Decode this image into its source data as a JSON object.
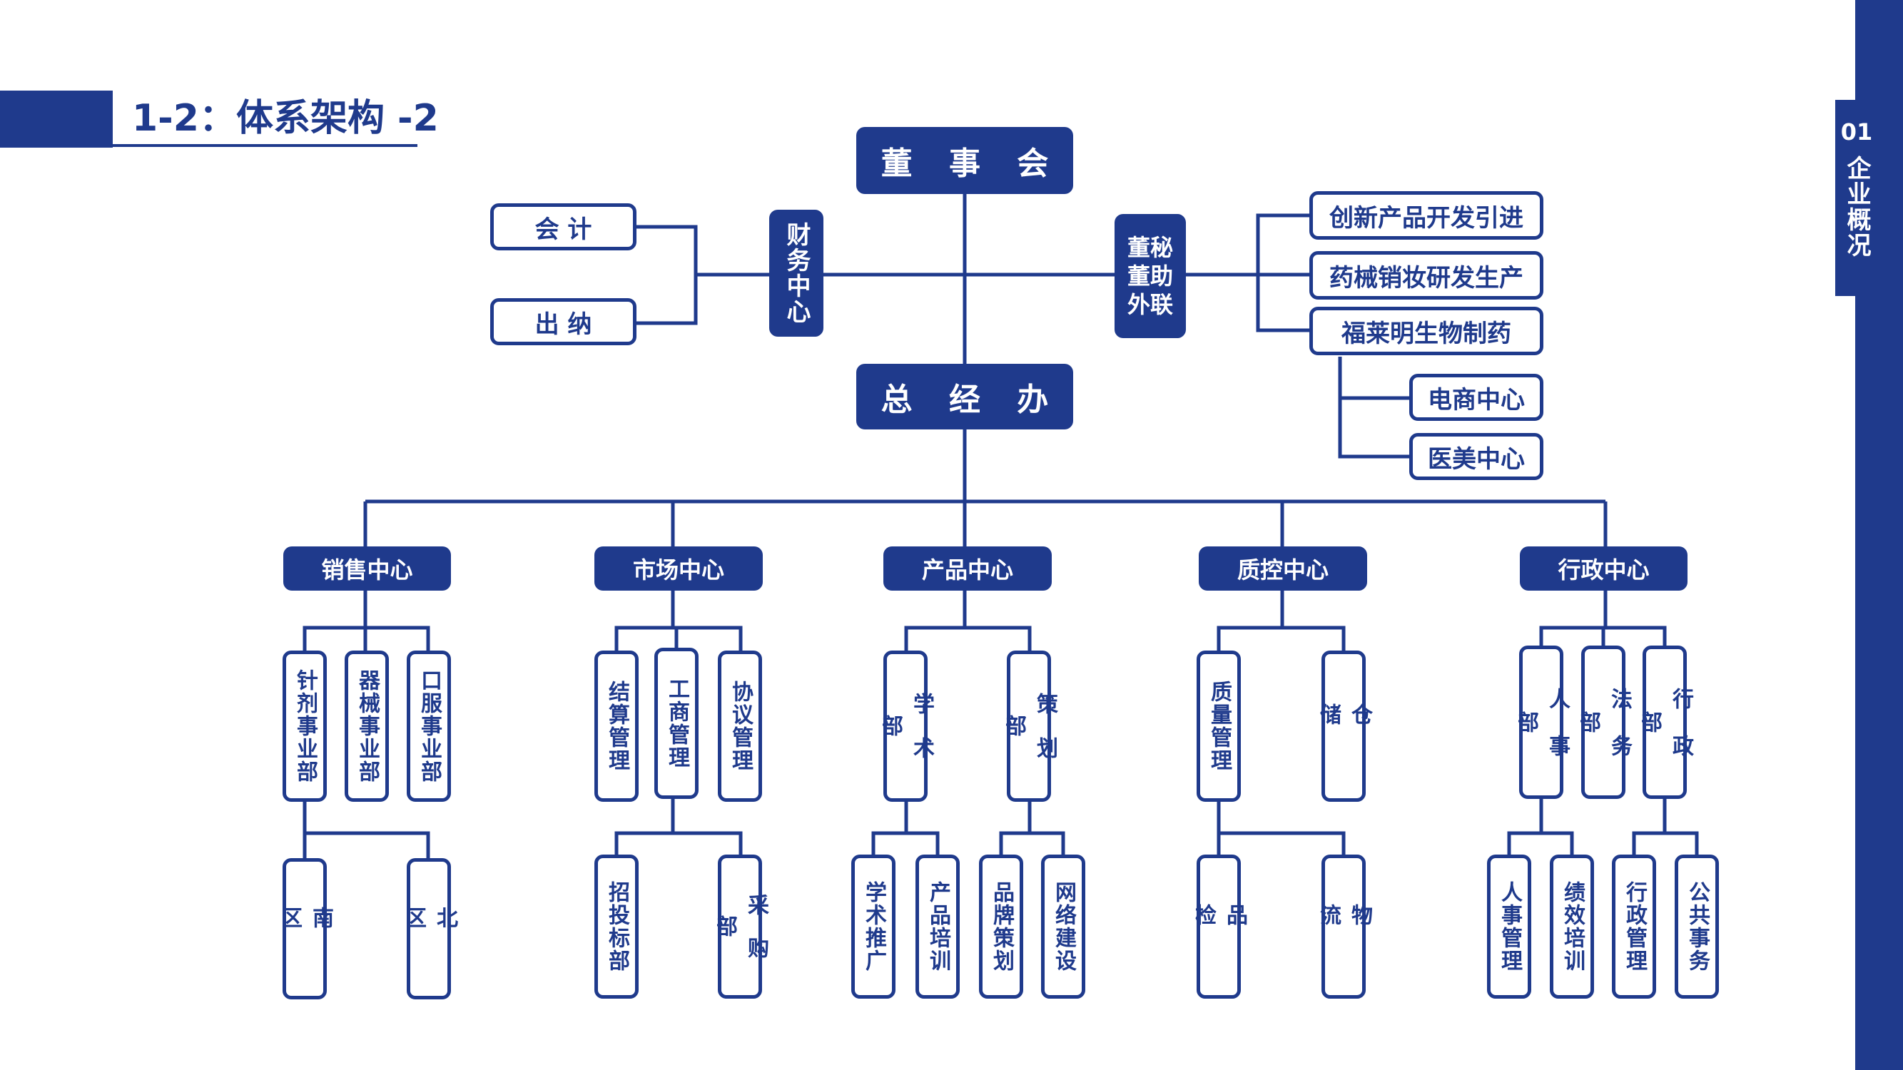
{
  "header": {
    "title": "1-2：体系架构 -2"
  },
  "side_tab": {
    "number": "01",
    "label": "企业概况"
  },
  "colors": {
    "primary": "#1f3a8c",
    "background": "#ffffff"
  },
  "top": {
    "board": "董 事 会",
    "gm_office": "总 经 办",
    "finance": "财务中心",
    "finance_children": [
      "会 计",
      "出 纳"
    ],
    "secretary": "董秘董助外联",
    "secretary_children": [
      "创新产品开发引进",
      "药械销妆研发生产",
      "福莱明生物制药"
    ],
    "fulaiming_children": [
      "电商中心",
      "医美中心"
    ]
  },
  "centers": [
    {
      "name": "销售中心",
      "departments": [
        "针剂事业部",
        "器械事业部",
        "口服事业部"
      ],
      "sub": [
        "南区",
        "北区"
      ]
    },
    {
      "name": "市场中心",
      "departments": [
        "结算管理",
        "工商管理",
        "协议管理"
      ],
      "sub": [
        "招投标部",
        "采购部"
      ]
    },
    {
      "name": "产品中心",
      "departments": [
        "学术部",
        "策划部"
      ],
      "sub": [
        "学术推广",
        "产品培训",
        "品牌策划",
        "网络建设"
      ]
    },
    {
      "name": "质控中心",
      "departments": [
        "质量管理",
        "仓储"
      ],
      "sub": [
        "品检",
        "物流"
      ]
    },
    {
      "name": "行政中心",
      "departments": [
        "人事部",
        "法务部",
        "行政部"
      ],
      "sub": [
        "人事管理",
        "绩效培训",
        "行政管理",
        "公共事务"
      ]
    }
  ]
}
